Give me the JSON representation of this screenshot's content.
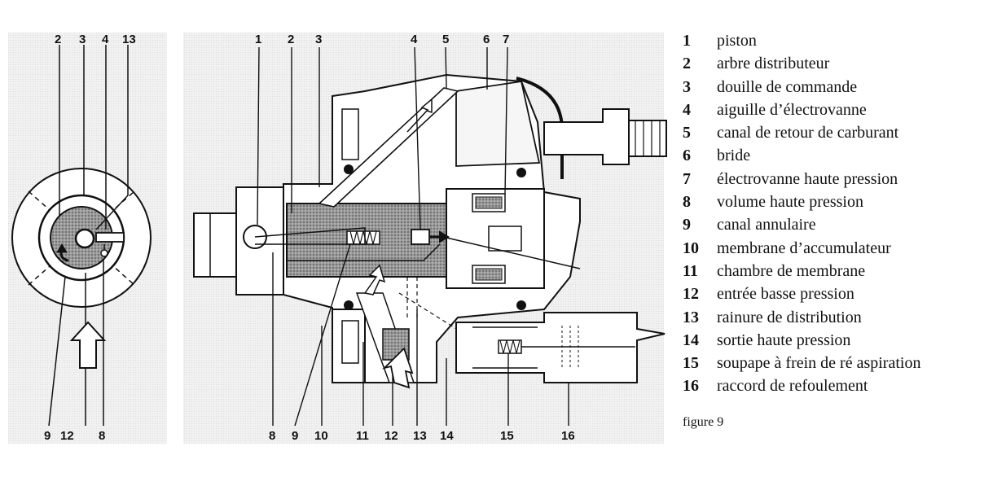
{
  "legend": [
    {
      "num": "1",
      "label": "piston"
    },
    {
      "num": "2",
      "label": "arbre distributeur"
    },
    {
      "num": "3",
      "label": "douille de commande"
    },
    {
      "num": "4",
      "label": "aiguille d’électrovanne"
    },
    {
      "num": "5",
      "label": "canal de retour de carburant"
    },
    {
      "num": "6",
      "label": "bride"
    },
    {
      "num": "7",
      "label": "électrovanne haute pression"
    },
    {
      "num": "8",
      "label": "volume haute pression"
    },
    {
      "num": "9",
      "label": "canal annulaire"
    },
    {
      "num": "10",
      "label": "membrane d’accumulateur"
    },
    {
      "num": "11",
      "label": "chambre de membrane"
    },
    {
      "num": "12",
      "label": "entrée basse pression"
    },
    {
      "num": "13",
      "label": "rainure de distribution"
    },
    {
      "num": "14",
      "label": "sortie haute pression"
    },
    {
      "num": "15",
      "label": "soupape à frein de ré aspiration"
    },
    {
      "num": "16",
      "label": "raccord de refoulement"
    }
  ],
  "caption": "figure 9",
  "left_view": {
    "top_callouts": [
      "2",
      "3",
      "4",
      "13"
    ],
    "bottom_callouts": [
      "9",
      "12",
      "8"
    ]
  },
  "main_view": {
    "top_callouts": [
      "1",
      "2",
      "3",
      "4",
      "5",
      "6",
      "7"
    ],
    "bottom_callouts": [
      "8",
      "9",
      "10",
      "11",
      "12",
      "13",
      "14",
      "15",
      "16"
    ]
  }
}
